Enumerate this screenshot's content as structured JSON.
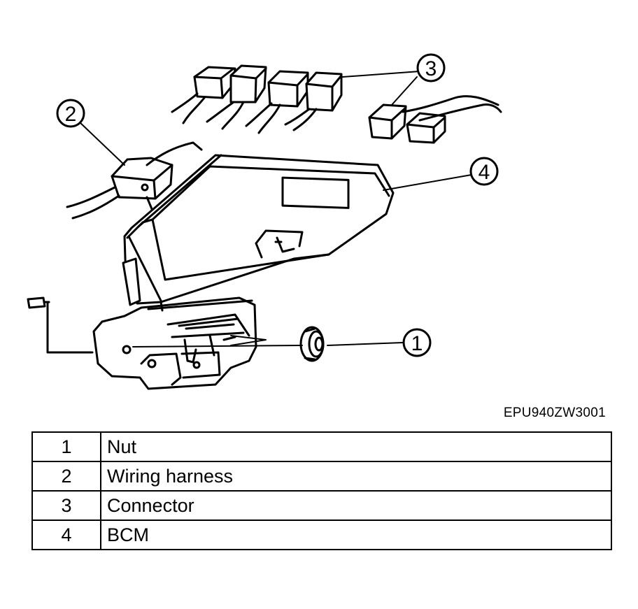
{
  "diagram": {
    "callouts": [
      "1",
      "2",
      "3",
      "4"
    ]
  },
  "figure_id": "EPU940ZW3001",
  "legend": [
    {
      "num": "1",
      "name": "Nut"
    },
    {
      "num": "2",
      "name": "Wiring harness"
    },
    {
      "num": "3",
      "name": "Connector"
    },
    {
      "num": "4",
      "name": "BCM"
    }
  ]
}
